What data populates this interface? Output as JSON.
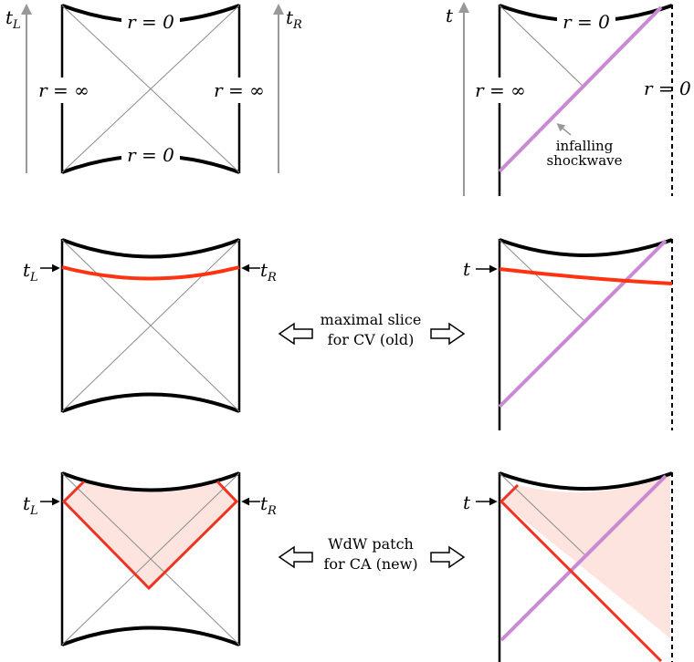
{
  "colors": {
    "boundary": "#000000",
    "light_cone": "#8a8a8a",
    "time_arrow": "#999999",
    "slice": "#ff3311",
    "shockwave": "#c98ad3",
    "wdw_fill": "#fde4df",
    "wdw_edge": "#ee3322"
  },
  "row1": {
    "left": {
      "time_left": {
        "main": "t",
        "sub": "L"
      },
      "time_right": {
        "main": "t",
        "sub": "R"
      },
      "singularity_top": "r = 0",
      "singularity_bottom": "r = 0",
      "boundary_left": "r = ∞",
      "boundary_right": "r = ∞"
    },
    "right": {
      "time": "t",
      "singularity_top": "r = 0",
      "boundary_left": "r = ∞",
      "boundary_right": "r = 0",
      "shock_caption_line1": "infalling",
      "shock_caption_line2": "shockwave"
    }
  },
  "row2": {
    "caption_line1": "maximal slice",
    "caption_line2": "for CV (old)",
    "left": {
      "time_left": {
        "main": "t",
        "sub": "L"
      },
      "time_right": {
        "main": "t",
        "sub": "R"
      }
    },
    "right": {
      "time": "t"
    }
  },
  "row3": {
    "caption_line1": "WdW patch",
    "caption_line2": "for CA (new)",
    "left": {
      "time_left": {
        "main": "t",
        "sub": "L"
      },
      "time_right": {
        "main": "t",
        "sub": "R"
      }
    },
    "right": {
      "time": "t"
    }
  }
}
